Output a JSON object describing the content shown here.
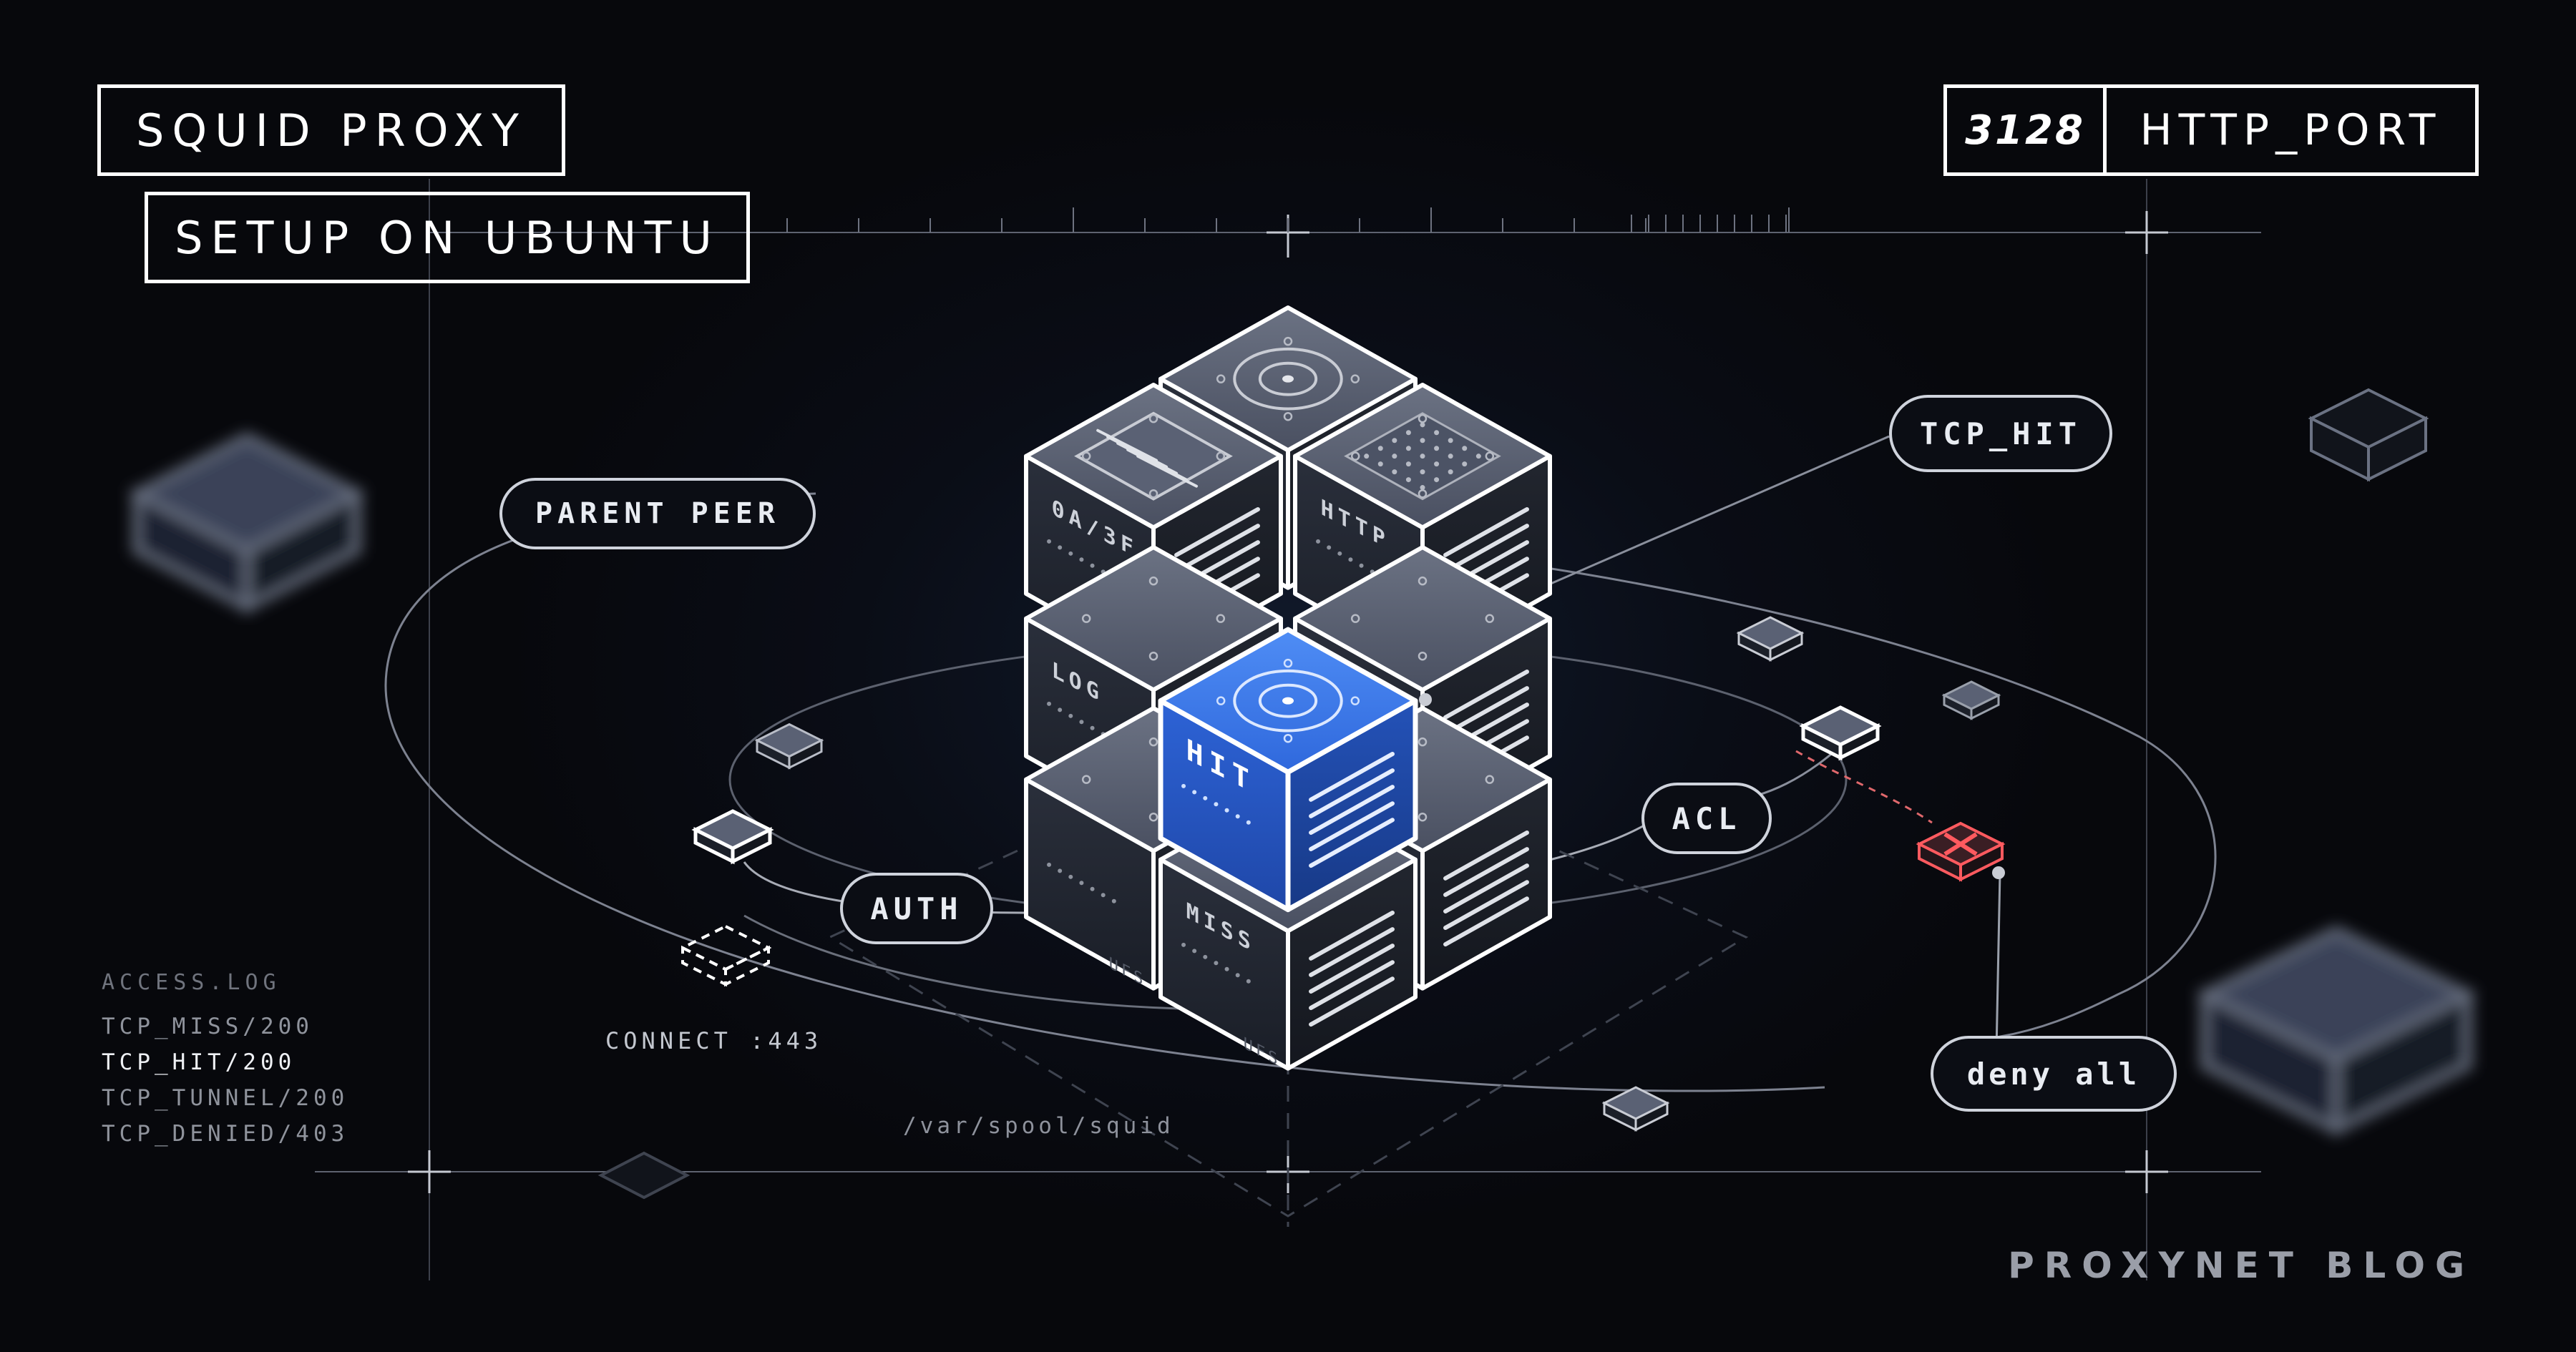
{
  "title": {
    "line1": "SQUID PROXY",
    "line2": "SETUP ON UBUNTU"
  },
  "port_badge": {
    "number": "3128",
    "label": "HTTP_PORT"
  },
  "callouts": {
    "parent_peer": "PARENT PEER",
    "tcp_hit": "TCP_HIT",
    "acl": "ACL",
    "auth": "AUTH",
    "deny_all": "deny all"
  },
  "cube_labels": {
    "hex_dir": "0A/3F",
    "http": "HTTP",
    "log": "LOG",
    "hit": "HIT",
    "miss": "MISS",
    "ufs": "UFS"
  },
  "connect_label": "CONNECT :443",
  "spool_path": "/var/spool/squid",
  "access_log": {
    "heading": "ACCESS.LOG",
    "entries": [
      "TCP_MISS/200",
      "TCP_HIT/200",
      "TCP_TUNNEL/200",
      "TCP_DENIED/403"
    ]
  },
  "footer": {
    "brand": "PROXYNET BLOG"
  },
  "colors": {
    "background": "#07080c",
    "accent_blue": "#2f6ee8",
    "deny_red": "#ff5a5f",
    "line": "#8a8f9c"
  }
}
